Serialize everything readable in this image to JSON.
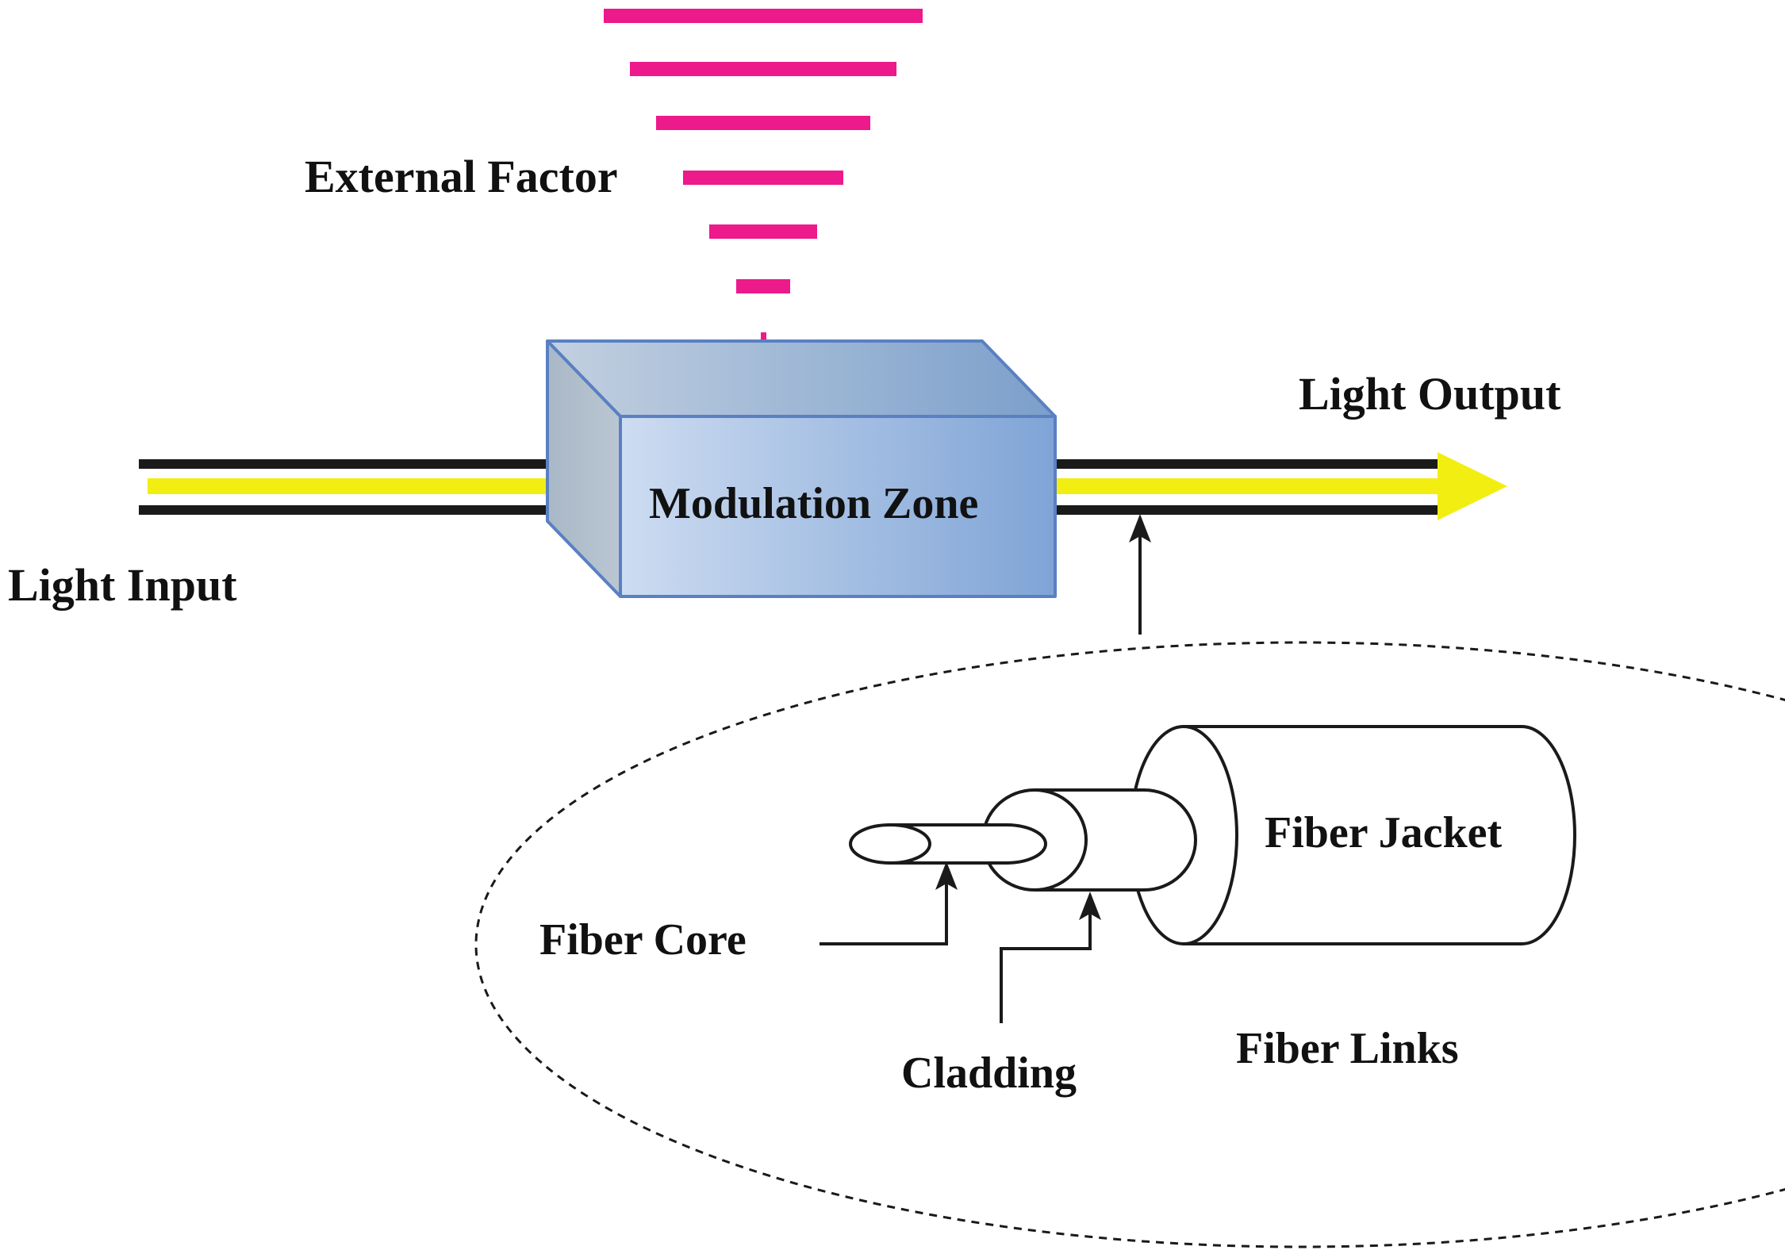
{
  "labels": {
    "external_factor": "External Factor",
    "light_output": "Light Output",
    "modulation_zone": "Modulation Zone",
    "light_input": "Light Input",
    "fiber_jacket": "Fiber Jacket",
    "fiber_core": "Fiber Core",
    "cladding": "Cladding",
    "fiber_links": "Fiber Links"
  },
  "colors": {
    "external_factor_bars": "#ec1a8b",
    "light_beam": "#f2ee12",
    "fiber_lines": "#1a1a1a",
    "box_front_light": "#c8d8f0",
    "box_front_dark": "#7ea4d6",
    "box_edge": "#5a80c2"
  }
}
